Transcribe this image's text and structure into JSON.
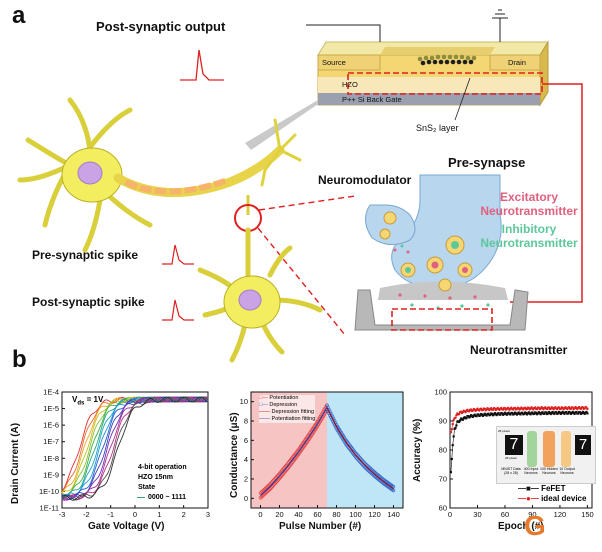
{
  "panel_a": {
    "letter": "a",
    "post_synaptic_output": "Post-synaptic output",
    "device": {
      "source": "Source",
      "drain": "Drain",
      "hzo": "HZO",
      "back_gate": "P++ Si Back Gate",
      "channel": "SnS₂ layer"
    },
    "pre_synapse": "Pre-synapse",
    "neuromodulator": "Neuromodulator",
    "excitatory": [
      "Excitatory",
      "Neurotransmitter"
    ],
    "inhibitory": [
      "Inhibitory",
      "Neurotransmitter"
    ],
    "pre_spike": "Pre-synaptic spike",
    "post_spike": "Post-synaptic spike",
    "neurotransmitter": "Neurotransmitter",
    "colors": {
      "neuron": "#f3ee60",
      "soma": "#c9a3e6",
      "excitatory": "#e0607e",
      "inhibitory": "#5ec79a",
      "link": "#e02020",
      "vesicle_region": "#b9d6ef"
    }
  },
  "panel_b": {
    "letter": "b",
    "chart_data": [
      {
        "type": "line",
        "xlabel": "Gate Voltage (V)",
        "ylabel": "Drain Current (A)",
        "xlim": [
          -3,
          3
        ],
        "ylim_log10": [
          -11,
          -4
        ],
        "x_ticks": [
          "-3",
          "-2",
          "-1",
          "0",
          "1",
          "2",
          "3"
        ],
        "y_ticks": [
          "1E-11",
          "1E-10",
          "1E-9",
          "1E-8",
          "1E-7",
          "1E-6",
          "1E-5",
          "1E-4"
        ],
        "annotations": [
          "4-bit operation",
          "HZO 15nm",
          "State",
          "0000 ~ 1111"
        ],
        "vds_label": "V",
        "vds_sub": "ds",
        "vds_value": "= 1V",
        "curve_count": 16,
        "threshold_voltage_range_V": [
          -2.3,
          -0.7
        ]
      },
      {
        "type": "line",
        "xlabel": "Pulse Number (#)",
        "ylabel": "Conductance (μS)",
        "xlim": [
          -10,
          150
        ],
        "ylim": [
          -1,
          11
        ],
        "x_ticks": [
          "0",
          "20",
          "40",
          "60",
          "80",
          "100",
          "120",
          "140"
        ],
        "y_ticks": [
          "0",
          "2",
          "4",
          "6",
          "8",
          "10"
        ],
        "series": [
          {
            "name": "Potentiation",
            "x": [
              0,
              10,
              20,
              30,
              40,
              50,
              60,
              70
            ],
            "values": [
              0.3,
              1.2,
              2.3,
              3.5,
              4.8,
              6.2,
              7.7,
              9.4
            ]
          },
          {
            "name": "Depression",
            "x": [
              70,
              80,
              90,
              100,
              110,
              120,
              130,
              140
            ],
            "values": [
              9.4,
              7.4,
              5.8,
              4.5,
              3.4,
              2.5,
              1.7,
              1.0
            ]
          },
          {
            "name": "Depression fitting"
          },
          {
            "name": "Potentiation fitting"
          }
        ],
        "regions": [
          {
            "from": -10,
            "to": 70,
            "color": "#f7c4c4"
          },
          {
            "from": 70,
            "to": 150,
            "color": "#bfe6f6"
          }
        ]
      },
      {
        "type": "line",
        "xlabel": "Epoch (#)",
        "ylabel": "Accuracy (%)",
        "xlim": [
          0,
          155
        ],
        "ylim": [
          60,
          100
        ],
        "x_ticks": [
          "0",
          "30",
          "60",
          "90",
          "120",
          "150"
        ],
        "y_ticks": [
          "60",
          "70",
          "80",
          "90",
          "100"
        ],
        "series": [
          {
            "name": "FeFET",
            "x": [
              1,
              3,
              5,
              8,
              12,
              20,
              30,
              45,
              60,
              80,
              100,
              120,
              150
            ],
            "values": [
              72,
              82,
              87,
              89.5,
              90.5,
              91.5,
              92,
              92.3,
              92.5,
              92.6,
              92.7,
              92.8,
              92.8
            ]
          },
          {
            "name": "ideal device",
            "x": [
              1,
              3,
              5,
              8,
              12,
              20,
              30,
              45,
              60,
              80,
              100,
              120,
              150
            ],
            "values": [
              86,
              89,
              91,
              92.3,
              93,
              93.6,
              93.9,
              94.1,
              94.2,
              94.3,
              94.4,
              94.4,
              94.5
            ]
          }
        ],
        "inset": {
          "labels": [
            "MNIST Data",
            "(28 x 28)",
            "400 Input",
            "Neurons",
            "100 Hidden",
            "Neurons",
            "10 Output",
            "Neurons",
            "28 pixels",
            "28 pixels"
          ]
        }
      }
    ]
  },
  "watermark": "G"
}
